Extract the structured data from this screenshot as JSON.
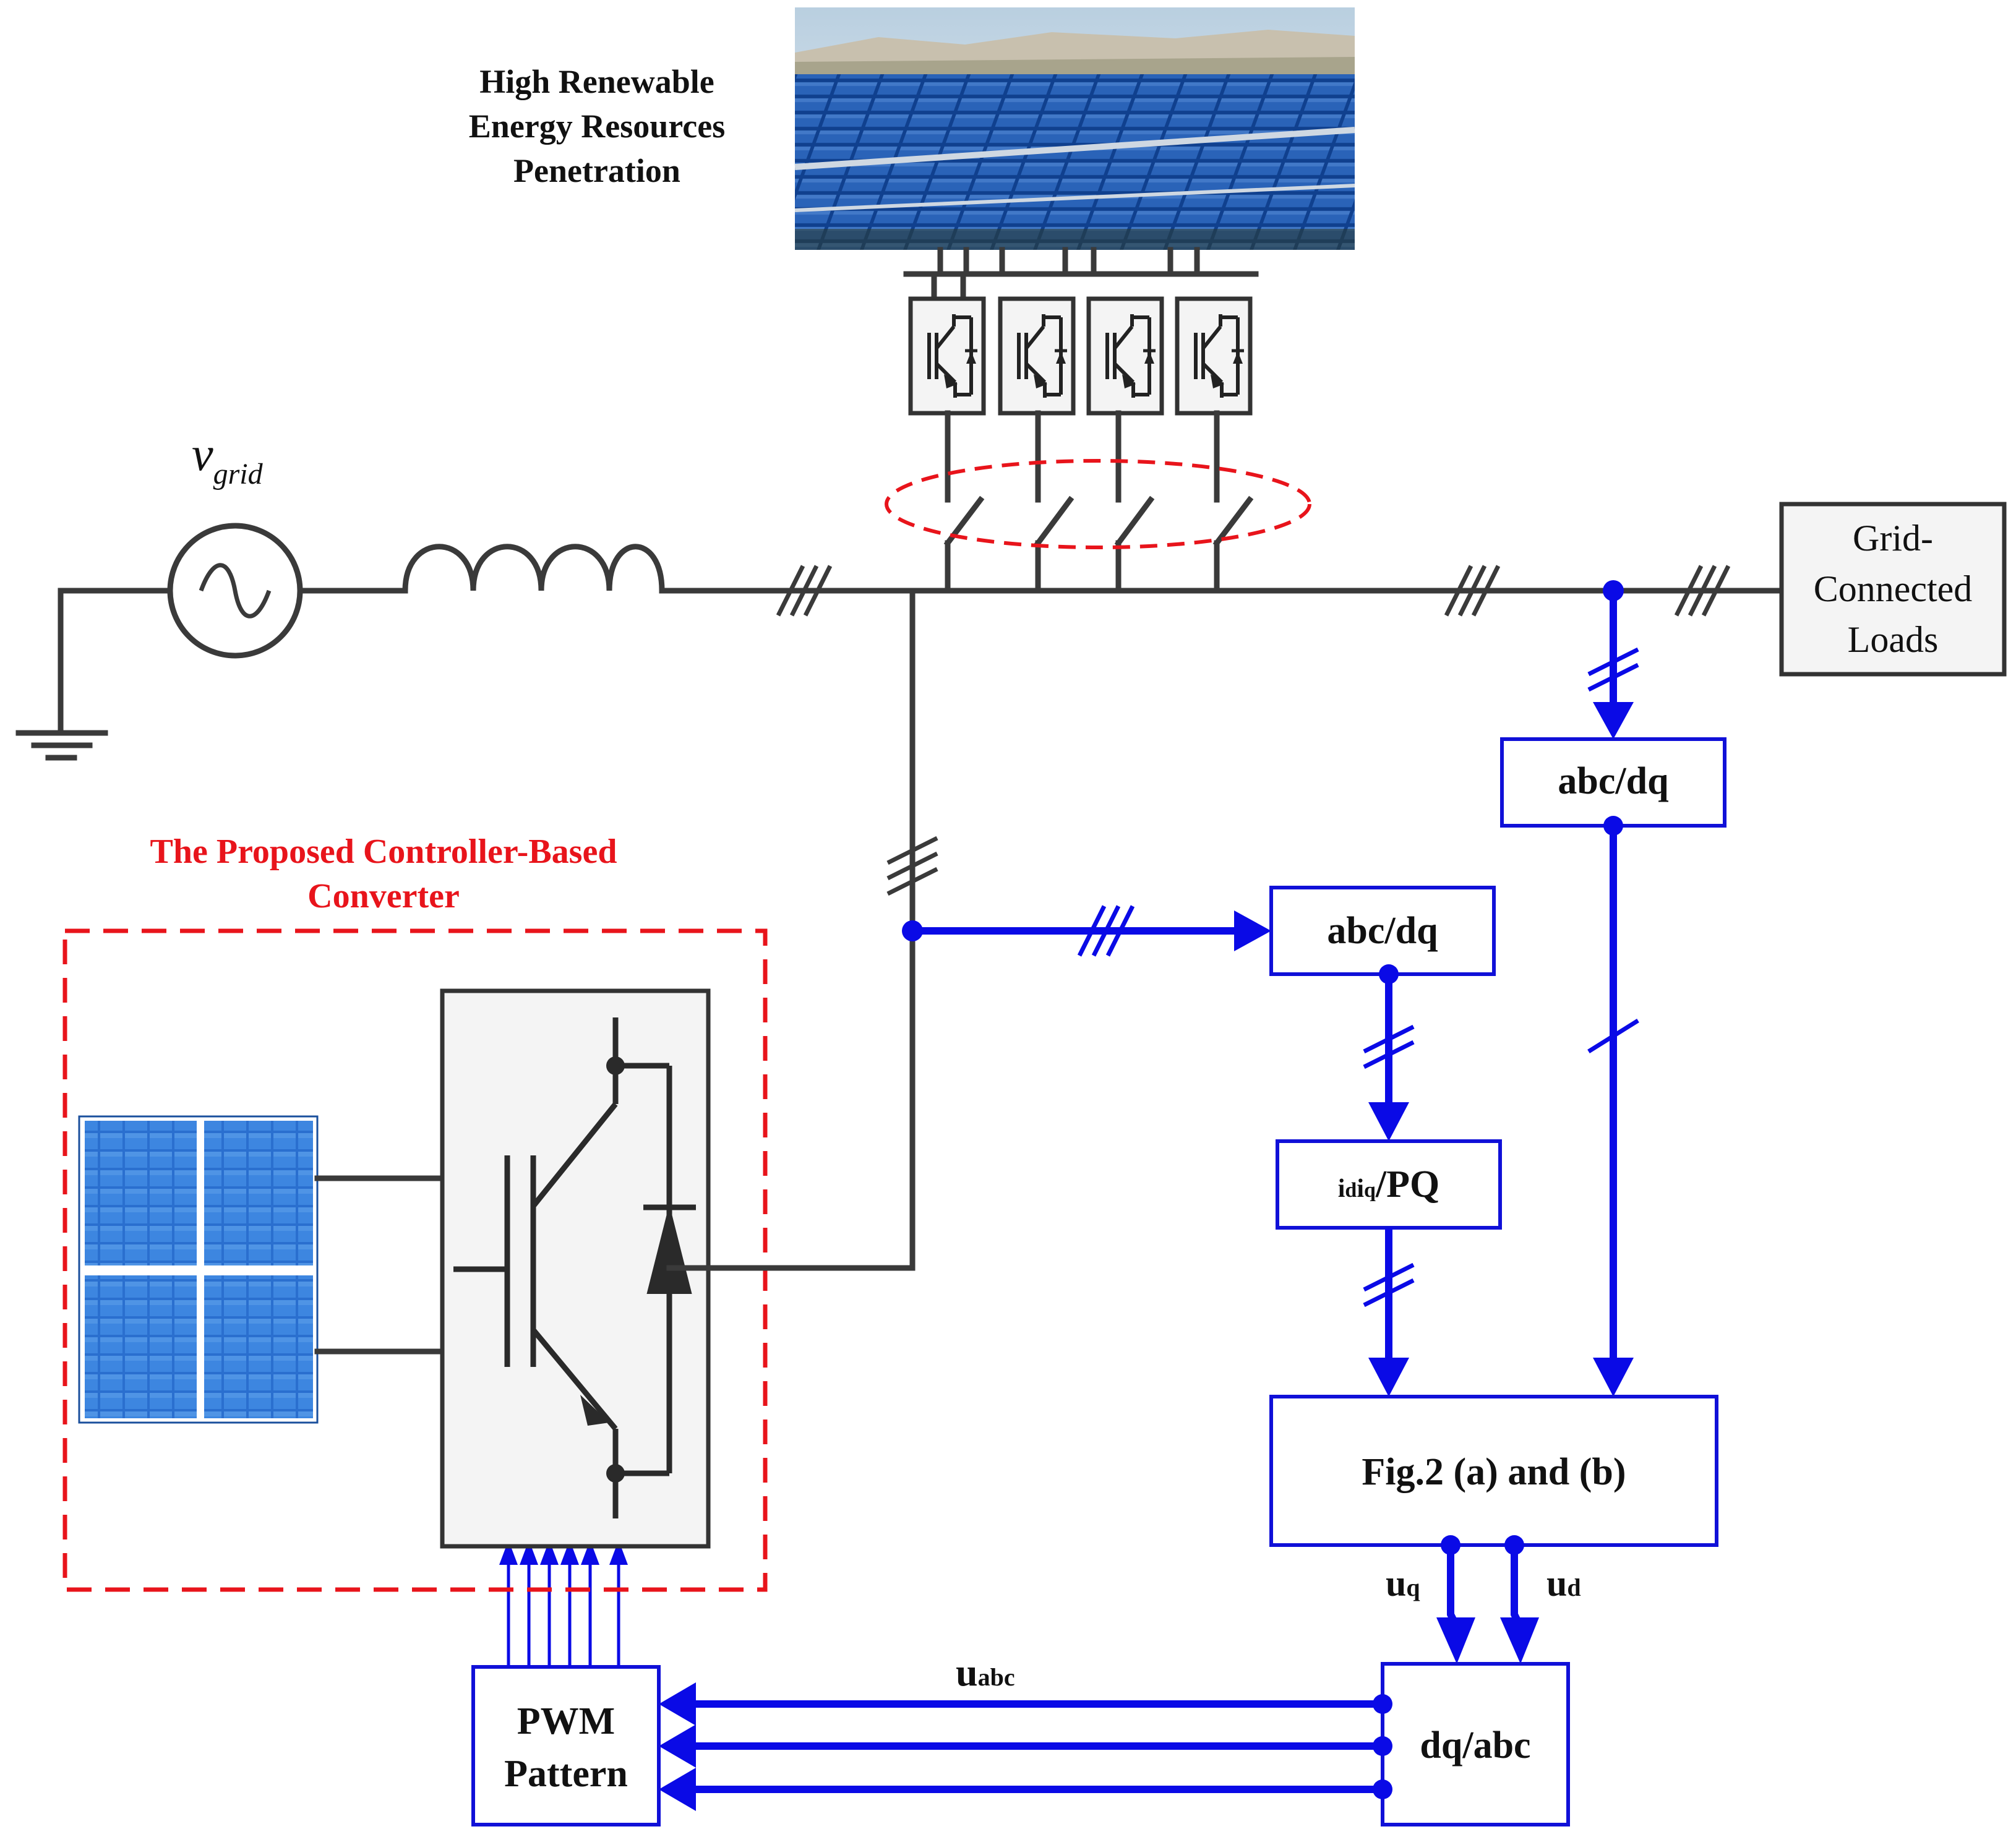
{
  "labels": {
    "renewable_line1": "High Renewable",
    "renewable_line2": "Energy Resources",
    "renewable_line3": "Penetration",
    "vgrid_main": "v",
    "vgrid_sub": "grid",
    "loads_line1": "Grid-",
    "loads_line2": "Connected",
    "loads_line3": "Loads",
    "controller_line1": "The Proposed Controller-Based",
    "controller_line2": "Converter"
  },
  "blocks": {
    "abcdq_top": "abc/dq",
    "abcdq_mid": "abc/dq",
    "idiq_main": "/PQ",
    "idiq_i1": "i",
    "idiq_d": "d",
    "idiq_i2": "i",
    "idiq_q": "q",
    "fig2": "Fig.2 (a) and (b)",
    "dqabc": "dq/abc",
    "pwm_line1": "PWM",
    "pwm_line2": "Pattern"
  },
  "signals": {
    "uq_main": "u",
    "uq_sub": "q",
    "ud_main": "u",
    "ud_sub": "d",
    "uabc_main": "u",
    "uabc_sub": "abc"
  },
  "colors": {
    "wire": "#3a3a3a",
    "signal": "#0a0ae6",
    "highlight": "#e8141b",
    "panel": "#1f63c8"
  },
  "icons": {
    "source": "ac-source-icon",
    "ground": "ground-icon",
    "inductor": "inductor-icon",
    "switch": "switch-icon",
    "igbt": "igbt-icon",
    "solar_panel": "solar-panel-icon"
  }
}
